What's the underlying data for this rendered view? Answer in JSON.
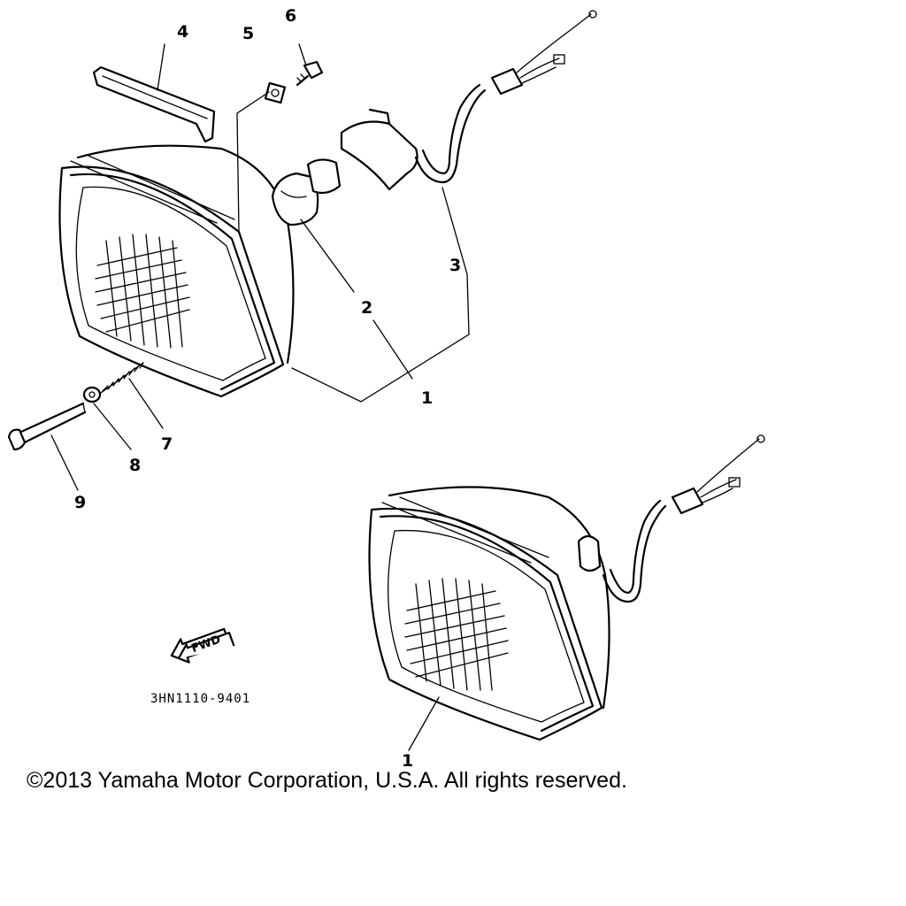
{
  "callouts": {
    "c1_upper": "1",
    "c2": "2",
    "c3": "3",
    "c4": "4",
    "c5": "5",
    "c6": "6",
    "c7": "7",
    "c8": "8",
    "c9": "9",
    "c1_lower": "1"
  },
  "fwd_label": "FWD",
  "diagram_code": "3HN1110-9401",
  "copyright": "©2013 Yamaha Motor Corporation, U.S.A. All rights reserved."
}
